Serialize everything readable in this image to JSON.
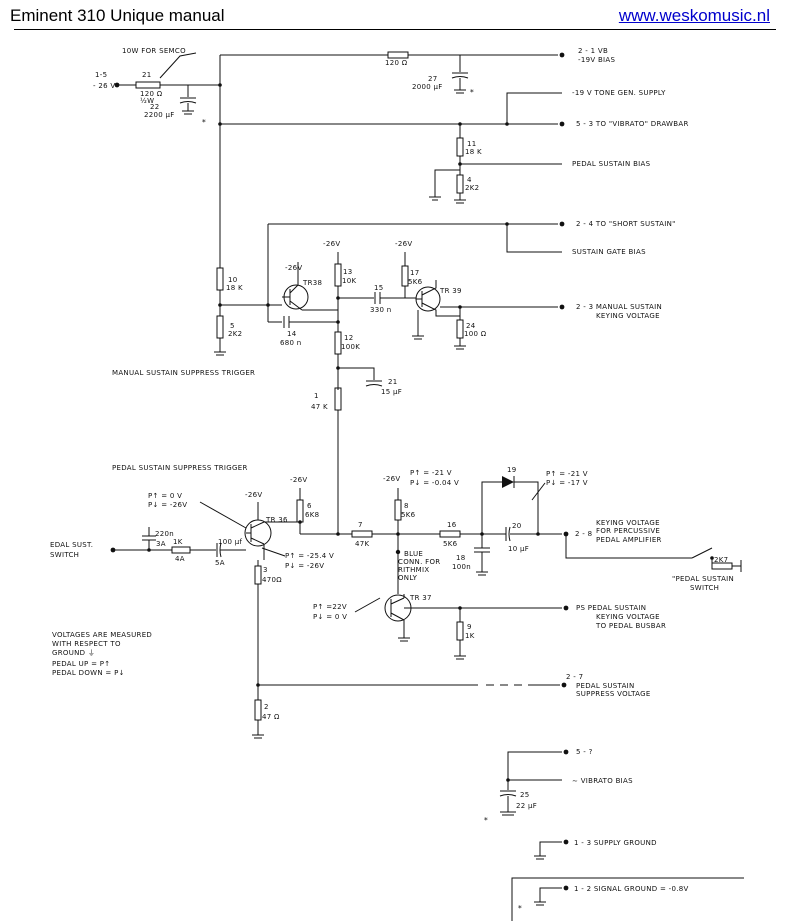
{
  "header": {
    "title": "Eminent 310 Unique manual",
    "link": "www.weskomusic.nl"
  },
  "labels": {
    "semco": "10W  FOR SEMCO",
    "in_1_5": "1-5",
    "in_26": "- 26 V",
    "r21": "21",
    "r21v": "120 Ω",
    "r21w": "½W",
    "c22": "22",
    "c22v": "2200 µF",
    "r_top": "120 Ω",
    "c27": "27",
    "c27v": "2000 µF",
    "out_21": "2 - 1   VB",
    "out_21b": "-19V  BIAS",
    "tone": "-19 V   TONE  GEN.  SUPPLY",
    "out_53": "5 - 3   TO \"VIBRATO\" DRAWBAR",
    "r11": "11",
    "r11v": "18 K",
    "pedal_bias": "PEDAL  SUSTAIN  BIAS",
    "r4": "4",
    "r4v": "2K2",
    "out_24": "2 - 4   TO \"SHORT SUSTAIN\"",
    "gate_bias": "SUSTAIN  GATE  BIAS",
    "r10": "10",
    "r10v": "18 K",
    "r5": "5",
    "r5v": "2K2",
    "v26a": "-26V",
    "tr38": "TR38",
    "v26b": "-26V",
    "r13": "13",
    "r13v": "10K",
    "c15": "15",
    "c15v": "330 n",
    "v26c": "-26V",
    "r17": "17",
    "r17v": "5K6",
    "tr39": "TR 39",
    "out_23": "2 - 3   MANUAL  SUSTAIN",
    "out_23b": "KEYING  VOLTAGE",
    "r24": "24",
    "r24v": "100 Ω",
    "c14": "14",
    "c14v": "680 n",
    "r12": "12",
    "r12v": "100K",
    "manual_trigger": "MANUAL  SUSTAIN  SUPPRESS  TRIGGER",
    "r1": "1",
    "r1v": "47 K",
    "c21": "21",
    "c21v": "15 µF",
    "pedal_trigger": "PEDAL  SUSTAIN  SUPPRESS  TRIGGER",
    "p_up_a": "P↑ = 0 V",
    "p_dn_a": "P↓ = -26V",
    "v26d": "-26V",
    "tr36": "TR 36",
    "v26e": "-26V",
    "r6": "6",
    "r6v": "6K8",
    "v26f": "-26V",
    "p_up_b": "P↑ = -21 V",
    "p_dn_b": "P↓ = -0.04 V",
    "d19": "19",
    "p_up_c": "P↑  = -21 V",
    "p_dn_c": "P↓  = -17 V",
    "r8": "8",
    "r8v": "5K6",
    "keying1": "KEYING  VOLTAGE",
    "keying2": "FOR  PERCUSSIVE",
    "out_28": "2 - 8",
    "keying3": "PEDAL  AMPLIFIER",
    "c220": "220n",
    "c3a": "3A",
    "r1k": "1K",
    "r4a": "4A",
    "c100": "100 µf",
    "c5a": "5A",
    "pedal_switch1": "EDAL  SUST.",
    "pedal_switch2": "SWITCH",
    "p_up_d": "P↑ = -25.4 V",
    "p_dn_d": "P↓ = -26V",
    "r7": "7",
    "r7v": "47K",
    "r16": "16",
    "r16v": "5K6",
    "c18": "18",
    "c18v": "100n",
    "c20": "20",
    "c20v": "10 µF",
    "blue1": "BLUE",
    "blue2": "CONN. FOR",
    "blue3": "RITHMIX",
    "blue4": "ONLY",
    "r3": "3",
    "r3v": "470Ω",
    "r2k7": "2K7",
    "ps_switch1": "\"PEDAL  SUSTAIN",
    "ps_switch2": "SWITCH",
    "p_up_e": "P↑ =22V",
    "p_dn_e": "P↓ = 0 V",
    "tr37": "TR 37",
    "out_ps": "PS    PEDAL  SUSTAIN",
    "out_ps2": "KEYING  VOLTAGE",
    "out_ps3": "TO  PEDAL  BUSBAR",
    "r9": "9",
    "r9v": "1K",
    "note1": "VOLTAGES  ARE  MEASURED",
    "note2": "WITH  RESPECT  TO",
    "note3": "GROUND ⏚",
    "note4": "PEDAL  UP = P↑",
    "note5": "PEDAL  DOWN = P↓",
    "out_27a": "2 - 7",
    "out_27b": "PEDAL  SUSTAIN",
    "out_27c": "SUPPRESS  VOLTAGE",
    "r2": "2",
    "r2v": "47 Ω",
    "out_5": "5 - ?",
    "vib_bias": "∼  VIBRATO  BIAS",
    "c25": "25",
    "c25v": "22 µF",
    "out_13": "1 - 3   SUPPLY  GROUND",
    "out_12": "1 - 2   SIGNAL  GROUND = -0.8V",
    "star": "*"
  }
}
